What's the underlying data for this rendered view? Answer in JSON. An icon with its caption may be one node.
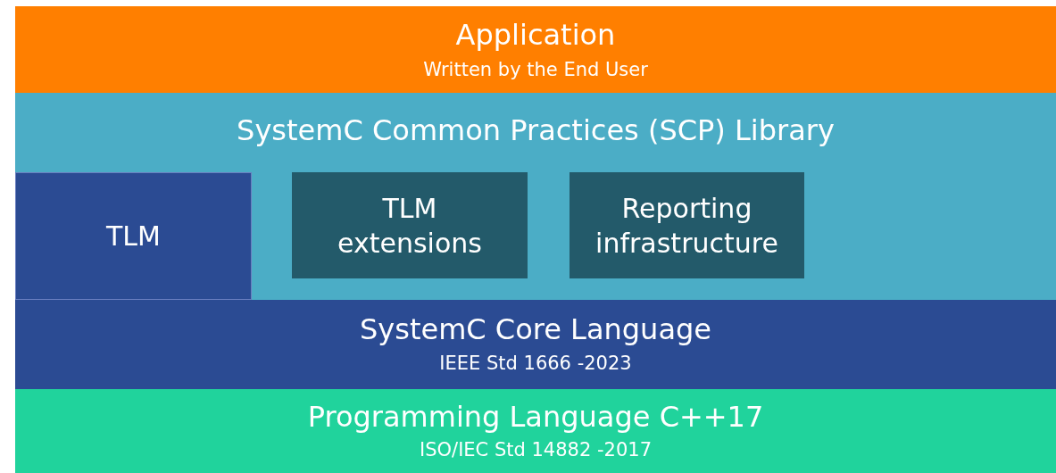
{
  "diagram": {
    "nodes": [
      {
        "text": [
          "Application",
          "Written by the End User"
        ]
      },
      {
        "text": [
          "SystemC Common Practices (SCP) Library"
        ]
      },
      {
        "text": [
          "TLM"
        ],
        "in": 1
      },
      {
        "text": [
          "TLM extensions"
        ],
        "in": 1
      },
      {
        "text": [
          "Reporting infrastructure"
        ],
        "in": 1
      },
      {
        "text": [
          "SystemC Core Language",
          "IEEE Std 1666 -2023"
        ]
      },
      {
        "text": [
          "Programming Language C++17",
          "ISO/IEC Std 14882 -2017"
        ]
      }
    ],
    "edges": []
  }
}
